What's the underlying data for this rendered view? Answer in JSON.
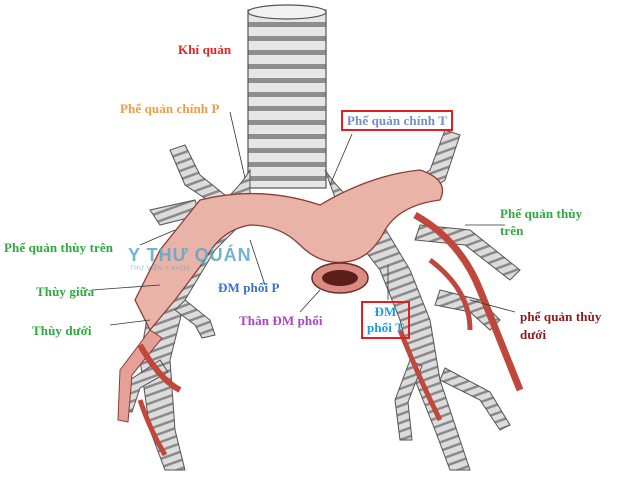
{
  "colors": {
    "cartilage_light": "#e3e3e3",
    "cartilage_dark": "#8a8a8a",
    "artery": "#e8aaa0",
    "artery_dark": "#b0605a",
    "vein_red": "#c0473c",
    "highlight_box": "#e02020",
    "watermark": "#5aa8c8"
  },
  "labels": {
    "trachea": {
      "text": "Khí quản",
      "color": "#e52222"
    },
    "right_main_bronchus": {
      "text": "Phế quản chính P",
      "color": "#f39a45"
    },
    "left_main_bronchus": {
      "text": "Phế quản chính T",
      "color": "#6f8fc8"
    },
    "right_upper_lobe": {
      "text": "Phế quản thùy trên",
      "color": "#2eaa3c"
    },
    "middle_lobe": {
      "text": "Thùy giữa",
      "color": "#2eaa3c"
    },
    "right_lower_lobe": {
      "text": "Thùy dưới",
      "color": "#2eaa3c"
    },
    "right_pulmonary_artery": {
      "text": "ĐM phổi P",
      "color": "#3a6fd0"
    },
    "pulmonary_trunk": {
      "text": "Thân ĐM phổi",
      "color": "#a845c0"
    },
    "left_pulmonary_artery_line1": {
      "text": "ĐM",
      "color": "#1e9be0"
    },
    "left_pulmonary_artery_line2": {
      "text": "phổi T",
      "color": "#1e9be0"
    },
    "left_upper_lobe_line1": {
      "text": "Phế quản thùy",
      "color": "#2eaa3c"
    },
    "left_upper_lobe_line2": {
      "text": "trên",
      "color": "#2eaa3c"
    },
    "left_lower_lobe_line1": {
      "text": "phế quản thùy",
      "color": "#8b1a1a"
    },
    "left_lower_lobe_line2": {
      "text": "dưới",
      "color": "#8b1a1a"
    }
  },
  "watermark": {
    "text": "Y THƯ QUÁN",
    "subtext": "THƯ VIỆN Y KHOA"
  }
}
